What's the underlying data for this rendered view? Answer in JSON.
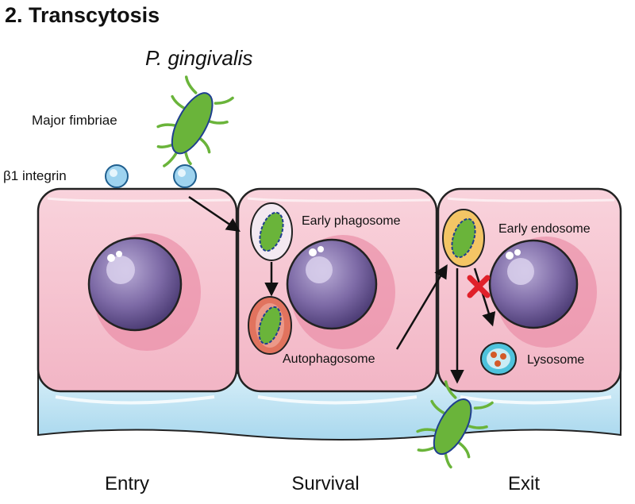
{
  "title": "2. Transcytosis",
  "bacterium": "P. gingivalis",
  "labels": {
    "major_fimbriae": "Major fimbriae",
    "integrin": "β1 integrin",
    "early_phagosome": "Early phagosome",
    "autophagosome": "Autophagosome",
    "early_endosome": "Early endosome",
    "lysosome": "Lysosome"
  },
  "stages": [
    "Entry",
    "Survival",
    "Exit"
  ],
  "colors": {
    "cell": "#f7c6d2",
    "cell_stroke": "#222222",
    "basement": "#bfe3f2",
    "nucleus": "#7d6aa6",
    "bacterium": "#6ab43a",
    "fimbriae": "#6ab43a",
    "integrin": "#9ed3ef",
    "phagosome": "#f3e9f1",
    "autophagosome": "#e1735e",
    "endosome": "#f4c565",
    "lysosome": "#4ec2dc",
    "block_mark": "#e0202a"
  },
  "icons": [
    "bacterium-icon",
    "x-mark-icon"
  ]
}
